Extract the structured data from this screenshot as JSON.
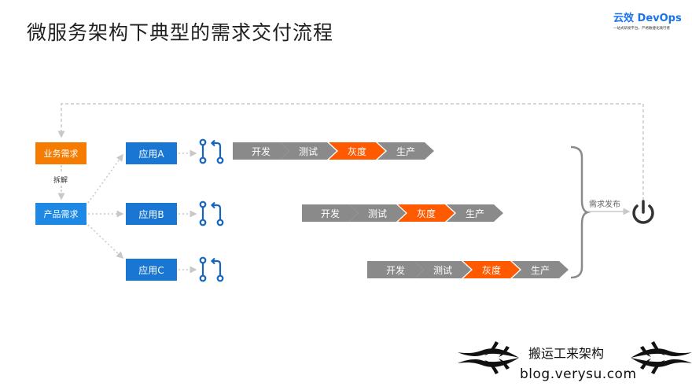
{
  "title": "微服务架构下典型的需求交付流程",
  "brand": {
    "name": "云效 DevOps",
    "tagline": "一站式研发平台，严格敏捷化践行者"
  },
  "requirements": {
    "business": "业务需求",
    "split": "拆解",
    "product": "产品需求"
  },
  "apps": [
    "应用A",
    "应用B",
    "应用C"
  ],
  "pipelines": [
    {
      "app": "应用A",
      "stages": [
        "开发",
        "测试",
        "灰度",
        "生产"
      ],
      "highlight": "灰度"
    },
    {
      "app": "应用B",
      "stages": [
        "开发",
        "测试",
        "灰度",
        "生产"
      ],
      "highlight": "灰度"
    },
    {
      "app": "应用C",
      "stages": [
        "开发",
        "测试",
        "灰度",
        "生产"
      ],
      "highlight": "灰度"
    }
  ],
  "release_label": "需求发布",
  "colors": {
    "business_box": "#f57c00",
    "product_box": "#1e88e5",
    "app_box": "#1976d2",
    "stage_gray": "#8a8a8a",
    "stage_highlight": "#ff5a00",
    "git_icon": "#1565c0",
    "power_icon": "#333333"
  },
  "icons": [
    "git-pull-request-icon",
    "power-icon",
    "tribal-ornament-icon"
  ],
  "footer": {
    "name": "搬运工来架构",
    "url": "blog.verysu.com"
  }
}
